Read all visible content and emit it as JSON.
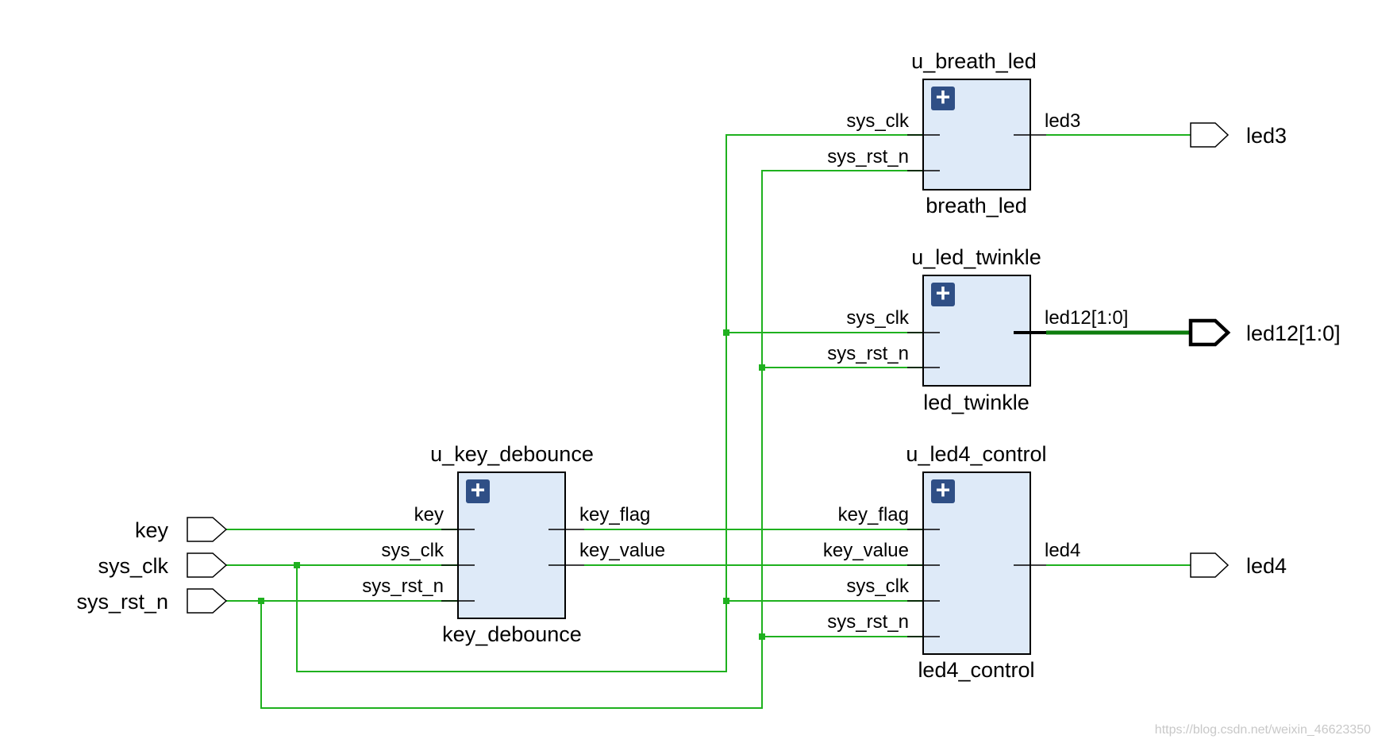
{
  "instances": {
    "breath_led": {
      "instance_name": "u_breath_led",
      "module_name": "breath_led",
      "inputs": [
        "sys_clk",
        "sys_rst_n"
      ],
      "outputs": [
        "led3"
      ]
    },
    "led_twinkle": {
      "instance_name": "u_led_twinkle",
      "module_name": "led_twinkle",
      "inputs": [
        "sys_clk",
        "sys_rst_n"
      ],
      "outputs": [
        "led12[1:0]"
      ]
    },
    "key_debounce": {
      "instance_name": "u_key_debounce",
      "module_name": "key_debounce",
      "inputs": [
        "key",
        "sys_clk",
        "sys_rst_n"
      ],
      "outputs": [
        "key_flag",
        "key_value"
      ]
    },
    "led4_control": {
      "instance_name": "u_led4_control",
      "module_name": "led4_control",
      "inputs": [
        "key_flag",
        "key_value",
        "sys_clk",
        "sys_rst_n"
      ],
      "outputs": [
        "led4"
      ]
    }
  },
  "top_ports": {
    "inputs": [
      "key",
      "sys_clk",
      "sys_rst_n"
    ],
    "outputs": [
      "led3",
      "led12[1:0]",
      "led4"
    ]
  },
  "expand_symbol": "+",
  "watermark": "https://blog.csdn.net/weixin_46623350",
  "colors": {
    "wire": "#1fb11f",
    "bus": "#0d7d0d",
    "block_fill": "#deeaf8",
    "expand_button": "#2f4f86"
  }
}
